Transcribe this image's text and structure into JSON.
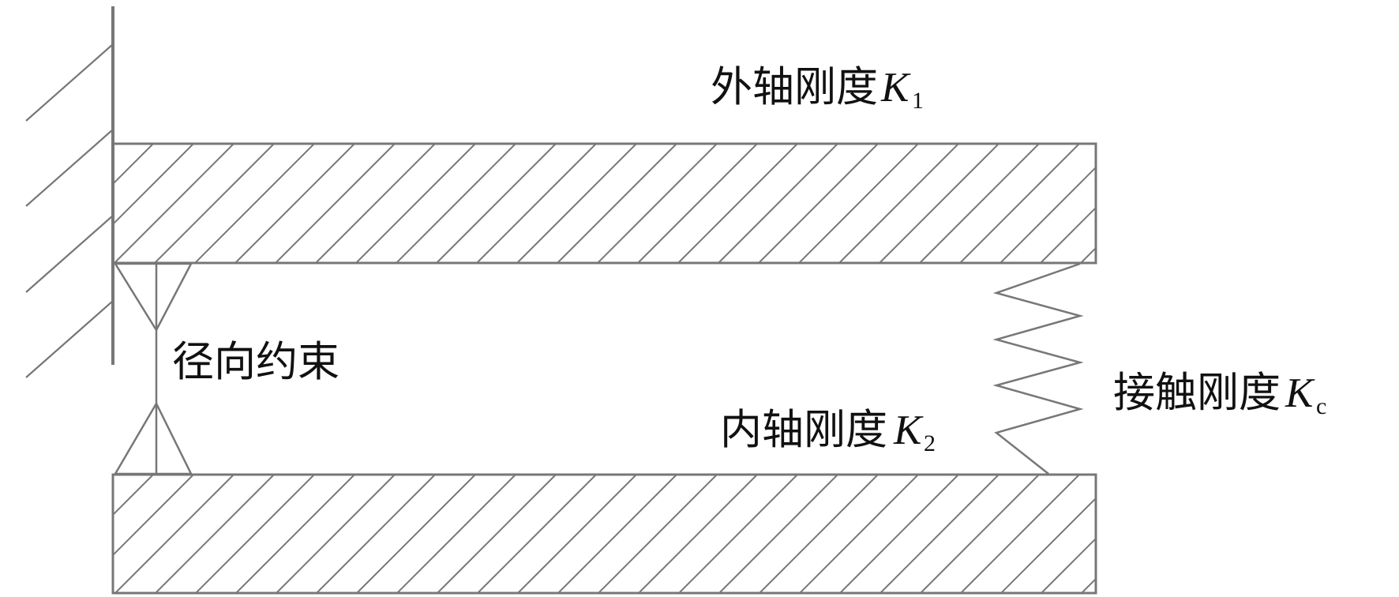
{
  "diagram": {
    "labels": {
      "outer_shaft": {
        "text": "外轴刚度",
        "symbol": "K",
        "subscript": "1"
      },
      "inner_shaft": {
        "text": "内轴刚度",
        "symbol": "K",
        "subscript": "2"
      },
      "contact": {
        "text": "接触刚度",
        "symbol": "K",
        "subscript": "c"
      },
      "radial_constraint": {
        "text": "径向约束"
      }
    },
    "colors": {
      "line": "#777777",
      "text": "#111111",
      "background": "#ffffff"
    }
  }
}
